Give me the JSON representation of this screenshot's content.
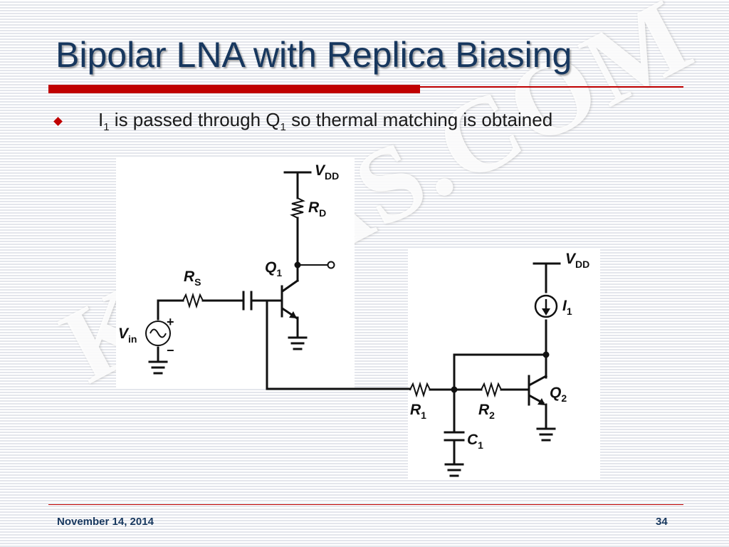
{
  "slide": {
    "title": "Bipolar LNA with Replica Biasing",
    "bullet": {
      "part1": "I",
      "sub1": "1",
      "part2": " is passed through Q",
      "sub2": "1",
      "part3": " so thermal matching is obtained"
    },
    "footer": {
      "date": "November 14, 2014",
      "page": "34"
    },
    "watermark": "KAKAS.COM"
  },
  "schematic": {
    "vdd_left": {
      "main": "V",
      "sub": "DD"
    },
    "rd": {
      "main": "R",
      "sub": "D"
    },
    "q1": {
      "main": "Q",
      "sub": "1"
    },
    "rs": {
      "main": "R",
      "sub": "S"
    },
    "vin": {
      "main": "V",
      "sub": "in"
    },
    "plus": "+",
    "minus": "−",
    "vdd_right": {
      "main": "V",
      "sub": "DD"
    },
    "i1": {
      "main": "I",
      "sub": "1"
    },
    "q2": {
      "main": "Q",
      "sub": "2"
    },
    "r1": {
      "main": "R",
      "sub": "1"
    },
    "r2": {
      "main": "R",
      "sub": "2"
    },
    "c1": {
      "main": "C",
      "sub": "1"
    }
  },
  "colors": {
    "title": "#17375e",
    "accent": "#c00000",
    "footer": "#17375e"
  }
}
